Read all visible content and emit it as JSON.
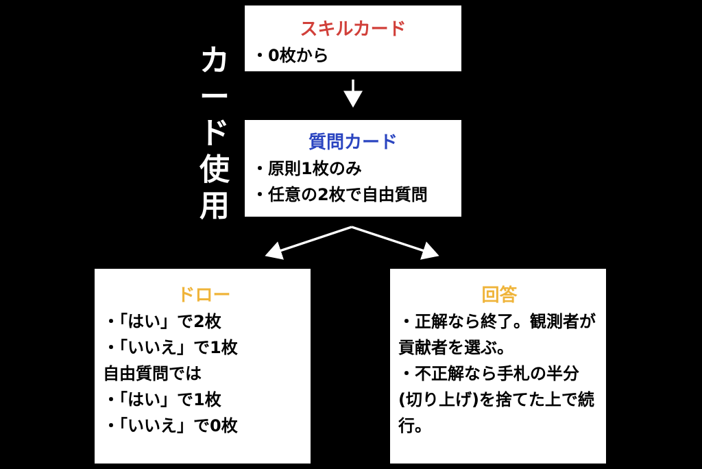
{
  "colors": {
    "background": "#000000",
    "box_fill": "#ffffff",
    "text": "#000000",
    "skill_title": "#d1403a",
    "question_title": "#2b45c0",
    "draw_title": "#efb43a",
    "answer_title": "#efb43a",
    "arrow": "#ffffff"
  },
  "side_label": "カード使用",
  "skill_card": {
    "title": "スキルカード",
    "lines": [
      "・0枚から"
    ]
  },
  "question_card": {
    "title": "質問カード",
    "lines": [
      "・原則1枚のみ",
      "・任意の2枚で自由質問"
    ]
  },
  "draw_card": {
    "title": "ドロー",
    "lines": [
      "・「はい」で2枚",
      "・「いいえ」で1枚",
      "自由質問では",
      "・「はい」で1枚",
      "・「いいえ」で0枚"
    ]
  },
  "answer_card": {
    "title": "回答",
    "lines": [
      "・正解なら終了。観測者が貢献者を選ぶ。",
      "・不正解なら手札の半分(切り上げ)を捨てた上で続行。"
    ]
  }
}
